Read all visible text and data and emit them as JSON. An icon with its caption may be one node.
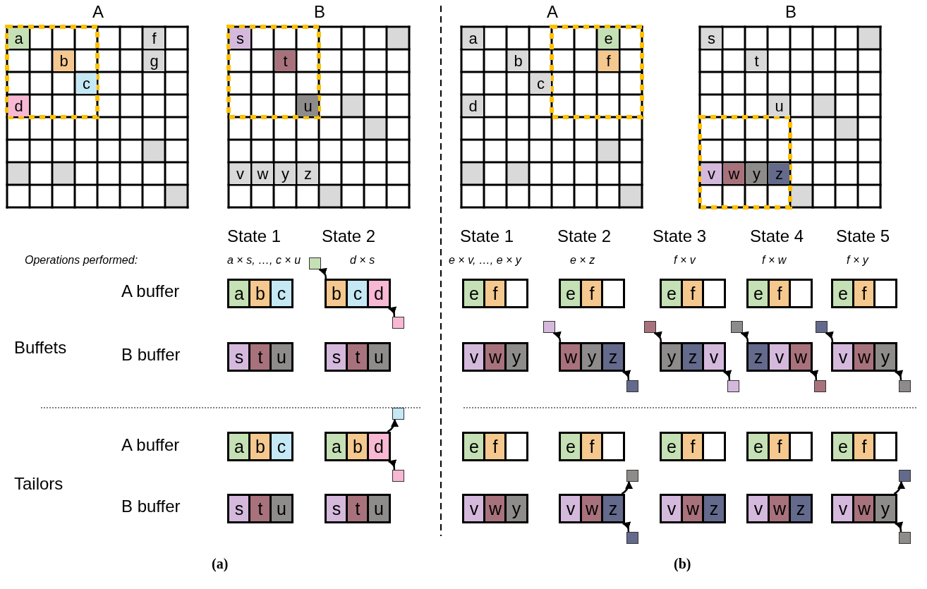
{
  "diagram": {
    "nodes": [
      {
        "text": [
          "A"
        ]
      },
      {
        "text": [
          "a"
        ],
        "in": 0
      },
      {
        "text": [
          "f"
        ],
        "in": 0
      },
      {
        "text": [
          "b"
        ],
        "in": 0
      },
      {
        "text": [
          "g"
        ],
        "in": 0
      },
      {
        "text": [
          "c"
        ],
        "in": 0
      },
      {
        "text": [
          "d"
        ],
        "in": 0
      },
      {
        "text": [
          "B"
        ]
      },
      {
        "text": [
          "s"
        ],
        "in": 7
      },
      {
        "text": [
          "t"
        ],
        "in": 7
      },
      {
        "text": [
          "u"
        ],
        "in": 7
      },
      {
        "text": [
          "v"
        ],
        "in": 7
      },
      {
        "text": [
          "w"
        ],
        "in": 7
      },
      {
        "text": [
          "y"
        ],
        "in": 7
      },
      {
        "text": [
          "z"
        ],
        "in": 7
      },
      {
        "text": [
          "A"
        ]
      },
      {
        "text": [
          "a"
        ],
        "in": 15
      },
      {
        "text": [
          "e"
        ],
        "in": 15
      },
      {
        "text": [
          "b"
        ],
        "in": 15
      },
      {
        "text": [
          "f"
        ],
        "in": 15
      },
      {
        "text": [
          "c"
        ],
        "in": 15
      },
      {
        "text": [
          "d"
        ],
        "in": 15
      },
      {
        "text": [
          "B"
        ]
      },
      {
        "text": [
          "s"
        ],
        "in": 22
      },
      {
        "text": [
          "t"
        ],
        "in": 22
      },
      {
        "text": [
          "u"
        ],
        "in": 22
      },
      {
        "text": [
          "v"
        ],
        "in": 22
      },
      {
        "text": [
          "w"
        ],
        "in": 22
      },
      {
        "text": [
          "y"
        ],
        "in": 22
      },
      {
        "text": [
          "z"
        ],
        "in": 22
      },
      {
        "text": [
          "a"
        ]
      },
      {
        "text": [
          "b"
        ]
      },
      {
        "text": [
          "c"
        ]
      },
      {
        "text": [
          "b"
        ]
      },
      {
        "text": [
          "c"
        ]
      },
      {
        "text": [
          "d"
        ]
      },
      {
        "text": [],
        "shape": "box"
      },
      {
        "text": [],
        "shape": "box"
      },
      {
        "text": [
          "e"
        ]
      },
      {
        "text": [
          "f"
        ]
      },
      {
        "text": [],
        "shape": "box"
      },
      {
        "text": [
          "e"
        ]
      },
      {
        "text": [
          "f"
        ]
      },
      {
        "text": [],
        "shape": "box"
      },
      {
        "text": [
          "e"
        ]
      },
      {
        "text": [
          "f"
        ]
      },
      {
        "text": [],
        "shape": "box"
      },
      {
        "text": [
          "e"
        ]
      },
      {
        "text": [
          "f"
        ]
      },
      {
        "text": [],
        "shape": "box"
      },
      {
        "text": [
          "e"
        ]
      },
      {
        "text": [
          "f"
        ]
      },
      {
        "text": [],
        "shape": "box"
      },
      {
        "text": [
          "s"
        ]
      },
      {
        "text": [
          "t"
        ]
      },
      {
        "text": [
          "u"
        ]
      },
      {
        "text": [
          "s"
        ]
      },
      {
        "text": [
          "t"
        ]
      },
      {
        "text": [
          "u"
        ]
      },
      {
        "text": [
          "v"
        ]
      },
      {
        "text": [
          "w"
        ]
      },
      {
        "text": [
          "y"
        ]
      },
      {
        "text": [
          "w"
        ]
      },
      {
        "text": [
          "y"
        ]
      },
      {
        "text": [
          "z"
        ]
      },
      {
        "text": [],
        "shape": "box"
      },
      {
        "text": [],
        "shape": "box"
      },
      {
        "text": [
          "y"
        ]
      },
      {
        "text": [
          "z"
        ]
      },
      {
        "text": [
          "v"
        ]
      },
      {
        "text": [],
        "shape": "box"
      },
      {
        "text": [],
        "shape": "box"
      },
      {
        "text": [
          "z"
        ]
      },
      {
        "text": [
          "v"
        ]
      },
      {
        "text": [
          "w"
        ]
      },
      {
        "text": [],
        "shape": "box"
      },
      {
        "text": [],
        "shape": "box"
      },
      {
        "text": [
          "v"
        ]
      },
      {
        "text": [
          "w"
        ]
      },
      {
        "text": [
          "y"
        ]
      },
      {
        "text": [],
        "shape": "box"
      },
      {
        "text": [],
        "shape": "box"
      },
      {
        "text": [
          "a"
        ]
      },
      {
        "text": [
          "b"
        ]
      },
      {
        "text": [
          "c"
        ]
      },
      {
        "text": [
          "a"
        ]
      },
      {
        "text": [
          "b"
        ]
      },
      {
        "text": [
          "d"
        ]
      },
      {
        "text": [],
        "shape": "box"
      },
      {
        "text": [],
        "shape": "box"
      },
      {
        "text": [
          "e"
        ]
      },
      {
        "text": [
          "f"
        ]
      },
      {
        "text": [],
        "shape": "box"
      },
      {
        "text": [
          "e"
        ]
      },
      {
        "text": [
          "f"
        ]
      },
      {
        "text": [],
        "shape": "box"
      },
      {
        "text": [
          "e"
        ]
      },
      {
        "text": [
          "f"
        ]
      },
      {
        "text": [],
        "shape": "box"
      },
      {
        "text": [
          "e"
        ]
      },
      {
        "text": [
          "f"
        ]
      },
      {
        "text": [],
        "shape": "box"
      },
      {
        "text": [
          "e"
        ]
      },
      {
        "text": [
          "f"
        ]
      },
      {
        "text": [],
        "shape": "box"
      },
      {
        "text": [
          "s"
        ]
      },
      {
        "text": [
          "t"
        ]
      },
      {
        "text": [
          "u"
        ]
      },
      {
        "text": [
          "s"
        ]
      },
      {
        "text": [
          "t"
        ]
      },
      {
        "text": [
          "u"
        ]
      },
      {
        "text": [
          "v"
        ]
      },
      {
        "text": [
          "w"
        ]
      },
      {
        "text": [
          "y"
        ]
      },
      {
        "text": [
          "v"
        ]
      },
      {
        "text": [
          "w"
        ]
      },
      {
        "text": [
          "z"
        ]
      },
      {
        "text": [],
        "shape": "box"
      },
      {
        "text": [],
        "shape": "box"
      },
      {
        "text": [
          "v"
        ]
      },
      {
        "text": [
          "w"
        ]
      },
      {
        "text": [
          "z"
        ]
      },
      {
        "text": [
          "v"
        ]
      },
      {
        "text": [
          "w"
        ]
      },
      {
        "text": [
          "z"
        ]
      },
      {
        "text": [
          "v"
        ]
      },
      {
        "text": [
          "w"
        ]
      },
      {
        "text": [
          "y"
        ]
      },
      {
        "text": [],
        "shape": "box"
      },
      {
        "text": [],
        "shape": "box"
      }
    ],
    "edges": [
      {
        "from": 33,
        "to": 36,
        "arrow": "to"
      },
      {
        "from": 37,
        "to": 35,
        "arrow": "to"
      },
      {
        "from": 62,
        "to": 65,
        "arrow": "to"
      },
      {
        "from": 66,
        "to": 64,
        "arrow": "to"
      },
      {
        "from": 67,
        "to": 70,
        "arrow": "to"
      },
      {
        "from": 71,
        "to": 69,
        "arrow": "to"
      },
      {
        "from": 72,
        "to": 75,
        "arrow": "to"
      },
      {
        "from": 76,
        "to": 74,
        "arrow": "to"
      },
      {
        "from": 77,
        "to": 80,
        "arrow": "to"
      },
      {
        "from": 81,
        "to": 79,
        "arrow": "to"
      },
      {
        "from": 87,
        "to": 88,
        "arrow": "to"
      },
      {
        "from": 89,
        "to": 87,
        "arrow": "to"
      },
      {
        "from": 116,
        "to": 117,
        "arrow": "to"
      },
      {
        "from": 118,
        "to": 116,
        "arrow": "to"
      },
      {
        "from": 127,
        "to": 128,
        "arrow": "to"
      },
      {
        "from": 129,
        "to": 127,
        "arrow": "to"
      }
    ],
    "labels": [
      "State 1",
      "State 2",
      "State 1",
      "State 2",
      "State 3",
      "State 4",
      "State 5",
      "Operations performed:",
      "a × s, …, c × u",
      "d × s",
      "e × v, …, e × y",
      "e × z",
      "f × v",
      "f × w",
      "f × y",
      "A buffer",
      "Buffets",
      "B buffer",
      "A buffer",
      "Tailors",
      "B buffer",
      "(a)",
      "(b)"
    ]
  }
}
